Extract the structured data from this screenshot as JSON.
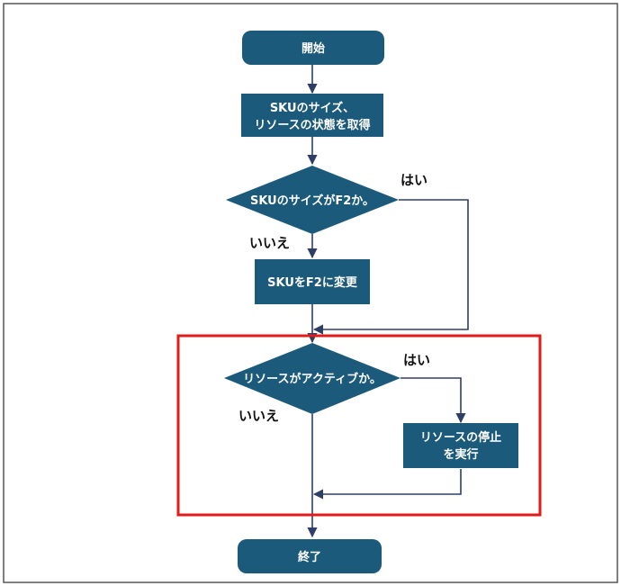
{
  "flowchart": {
    "start": "開始",
    "get_state_line1": "SKUのサイズ、",
    "get_state_line2": "リソースの状態を取得",
    "decision_sku": "SKUのサイズがF2か。",
    "decision_sku_yes": "はい",
    "decision_sku_no": "いいえ",
    "change_sku": "SKUをF2に変更",
    "decision_active": "リソースがアクティブか。",
    "decision_active_yes": "はい",
    "decision_active_no": "いいえ",
    "stop_line1": "リソースの停止",
    "stop_line2": "を実行",
    "end": "終了"
  },
  "colors": {
    "node_fill": "#1b5a7a",
    "connector": "#2f3e66",
    "highlight_frame": "#e11a1a",
    "outer_border": "#555555"
  }
}
